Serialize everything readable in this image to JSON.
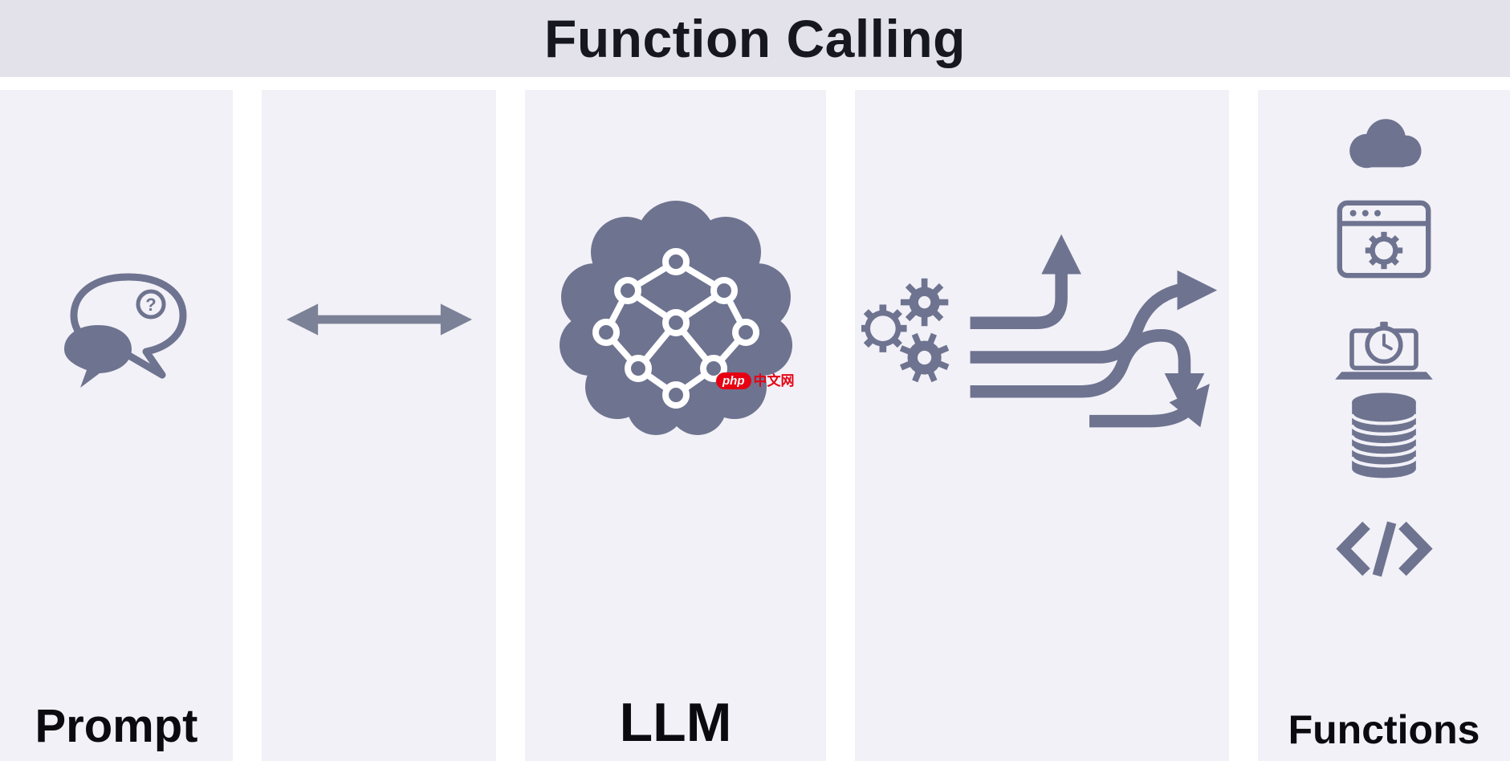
{
  "title": "Function Calling",
  "panels": {
    "prompt": {
      "label": "Prompt",
      "icon": "chat-bubbles"
    },
    "exchange": {
      "icon": "double-arrow"
    },
    "llm": {
      "label": "LLM",
      "icon": "brain-network"
    },
    "dispatch": {
      "icon": "gears-branching-arrows"
    },
    "functions": {
      "label": "Functions",
      "icons": [
        "cloud",
        "browser-gear",
        "laptop-stopwatch",
        "database",
        "code-brackets"
      ]
    }
  },
  "icons": {
    "question_glyph": "?"
  },
  "watermark": {
    "badge": "php",
    "text": "中文网"
  },
  "colors": {
    "icon": "#6e7390",
    "arrow": "#7b8196",
    "panel_bg": "#f2f1f7",
    "header_bg": "#e3e2ea",
    "title_text": "#17171f",
    "watermark_red": "#e60012"
  }
}
